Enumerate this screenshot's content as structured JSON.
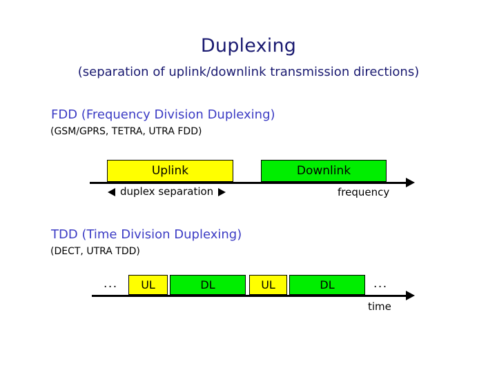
{
  "slide": {
    "title": "Duplexing",
    "subtitle": "(separation of uplink/downlink transmission directions)",
    "title_color": "#191970",
    "heading_color": "#3b3bc4",
    "block_yellow": "#ffff00",
    "block_green": "#00ee00"
  },
  "fdd": {
    "heading": "FDD (Frequency Division Duplexing)",
    "examples": "(GSM/GPRS, TETRA, UTRA FDD)",
    "blocks": [
      {
        "label": "Uplink",
        "color": "yellow"
      },
      {
        "label": "Downlink",
        "color": "green"
      }
    ],
    "separation_label": "duplex separation",
    "axis_label": "frequency"
  },
  "tdd": {
    "heading": "TDD (Time Division Duplexing)",
    "examples": "(DECT, UTRA TDD)",
    "leading_ellipsis": "...",
    "trailing_ellipsis": "...",
    "blocks": [
      {
        "label": "UL",
        "color": "yellow"
      },
      {
        "label": "DL",
        "color": "green"
      },
      {
        "label": "UL",
        "color": "yellow"
      },
      {
        "label": "DL",
        "color": "green"
      }
    ],
    "axis_label": "time"
  }
}
